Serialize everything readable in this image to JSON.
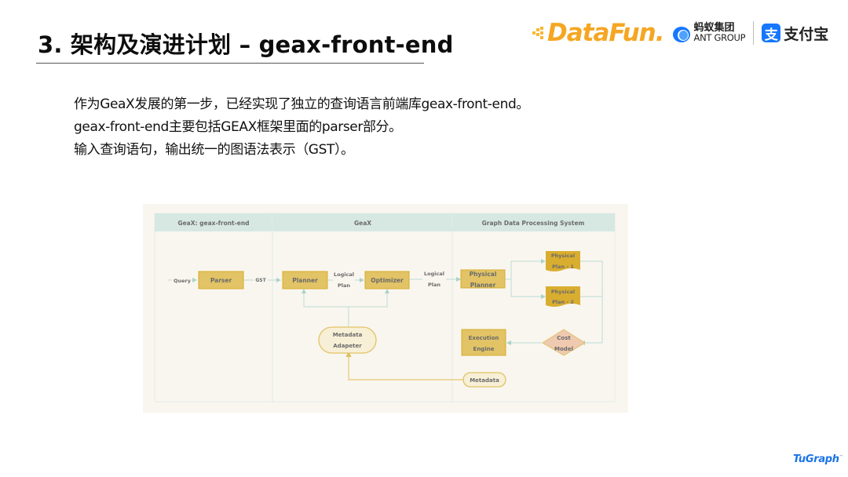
{
  "header": {
    "title": "3. 架构及演进计划 – geax-front-end"
  },
  "logos": {
    "datafun": "DataFun.",
    "ant_group_cn": "蚂蚁集团",
    "ant_group_en": "ANT GROUP",
    "alipay_icon_glyph": "支",
    "alipay_text": "支付宝",
    "tugraph": "TuGraph",
    "tugraph_tm": "™"
  },
  "body": {
    "lines": [
      "作为GeaX发展的第一步，已经实现了独立的查询语言前端库geax-front-end。",
      "geax-front-end主要包括GEAX框架里面的parser部分。",
      "输入查询语句，输出统一的图语法表示（GST）。"
    ]
  },
  "diagram": {
    "lanes": [
      {
        "label": "GeaX: geax-front-end"
      },
      {
        "label": "GeaX"
      },
      {
        "label": "Graph Data Processing System"
      }
    ],
    "nodes": {
      "parser": "Parser",
      "planner": "Planner",
      "optimizer": "Optimizer",
      "physical_planner_1": "Physical",
      "physical_planner_2": "Planner",
      "plan1_a": "Physical",
      "plan1_b": "Plan - 1",
      "plan2_a": "Physical",
      "plan2_b": "Plan - 2",
      "metadata_adapter_a": "Metadata",
      "metadata_adapter_b": "Adapeter",
      "execution_engine_a": "Execution",
      "execution_engine_b": "Engine",
      "cost_model_a": "Cost",
      "cost_model_b": "Model",
      "metadata": "Metadata"
    },
    "edge_labels": {
      "query": "Query",
      "gst": "GST",
      "logical_plan_1a": "Logical",
      "logical_plan_1b": "Plan",
      "logical_plan_2a": "Logical",
      "logical_plan_2b": "Plan"
    },
    "colors": {
      "background": "#f9f6ef",
      "lane_header": "#d7e8e3",
      "box_fill": "#e2c365",
      "box_stroke": "#d6ad2f",
      "doc_fill": "#d9ad2f",
      "terminal_fill": "#f7efd6",
      "diamond_fill": "#efc9b0",
      "edge": "#bcdcd5",
      "meta_edge": "#e6c870"
    }
  }
}
